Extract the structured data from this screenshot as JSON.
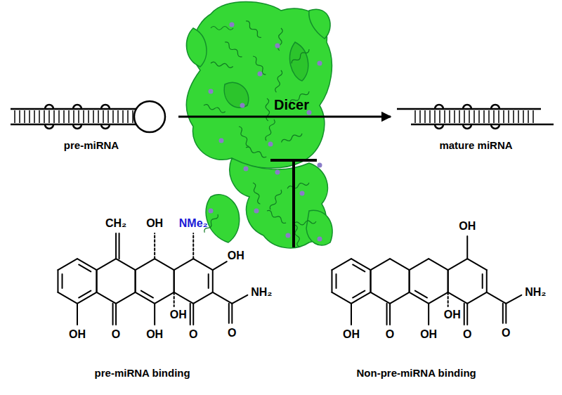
{
  "diagram": {
    "nodes": [
      {
        "text": [
          "pre-miRNA"
        ]
      },
      {
        "text": [
          "mature miRNA"
        ]
      }
    ],
    "edges": [
      {
        "from": 0,
        "to": 1,
        "arrow": "to",
        "label": "Dicer"
      }
    ],
    "labels": [
      "CH₂",
      "OH",
      "NMe₂",
      "OH",
      "NH₂",
      "OH",
      "O",
      "OH",
      "OH",
      "O",
      "O",
      "pre-miRNA binding",
      "OH",
      "NH₂",
      "OH",
      "O",
      "OH",
      "OH",
      "O",
      "O",
      "Non-pre-miRNA binding"
    ]
  }
}
